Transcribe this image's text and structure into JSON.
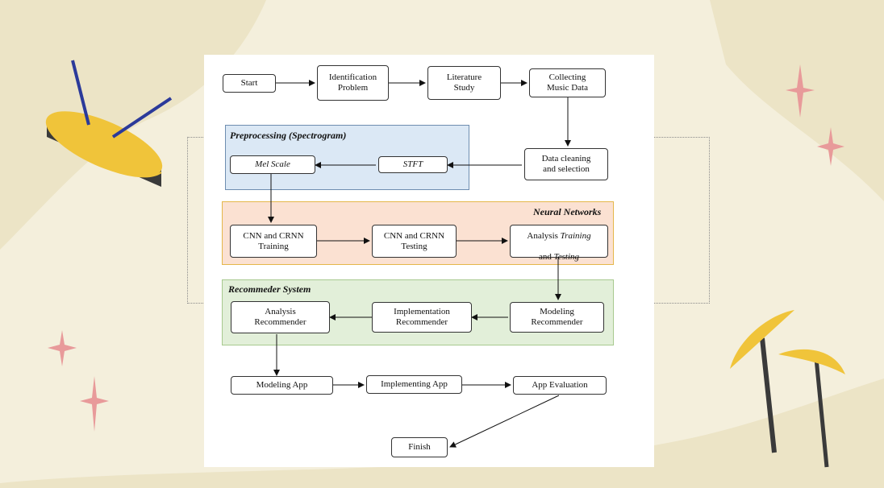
{
  "sections": {
    "preprocessing": "Preprocessing (Spectrogram)",
    "neural_networks": "Neural Networks",
    "recommender": "Recommeder System"
  },
  "nodes": {
    "start": "Start",
    "identification": "Identification\nProblem",
    "literature": "Literature\nStudy",
    "collecting": "Collecting\nMusic Data",
    "cleaning": "Data cleaning\nand selection",
    "stft": "STFT",
    "mel": "Mel Scale",
    "cnn_training": "CNN and CRNN\nTraining",
    "cnn_testing": "CNN and CRNN\nTesting",
    "modeling_rec": "Modeling\nRecommender",
    "implementation_rec": "Implementation\nRecommender",
    "analysis_rec": "Analysis\nRecommender",
    "modeling_app": "Modeling App",
    "implementing_app": "Implementing App",
    "app_evaluation": "App Evaluation",
    "finish": "Finish"
  },
  "analysis_node": {
    "prefix": "Analysis ",
    "training": "Training",
    "and": "and ",
    "testing": "Testing"
  },
  "colors": {
    "background": "#f4efdc",
    "blob": "#ece4c6",
    "sparkle": "#e89a9a",
    "drum_yellow": "#f0c43a",
    "drum_dark": "#3a3a3a",
    "stick_blue": "#2b3a9a"
  }
}
